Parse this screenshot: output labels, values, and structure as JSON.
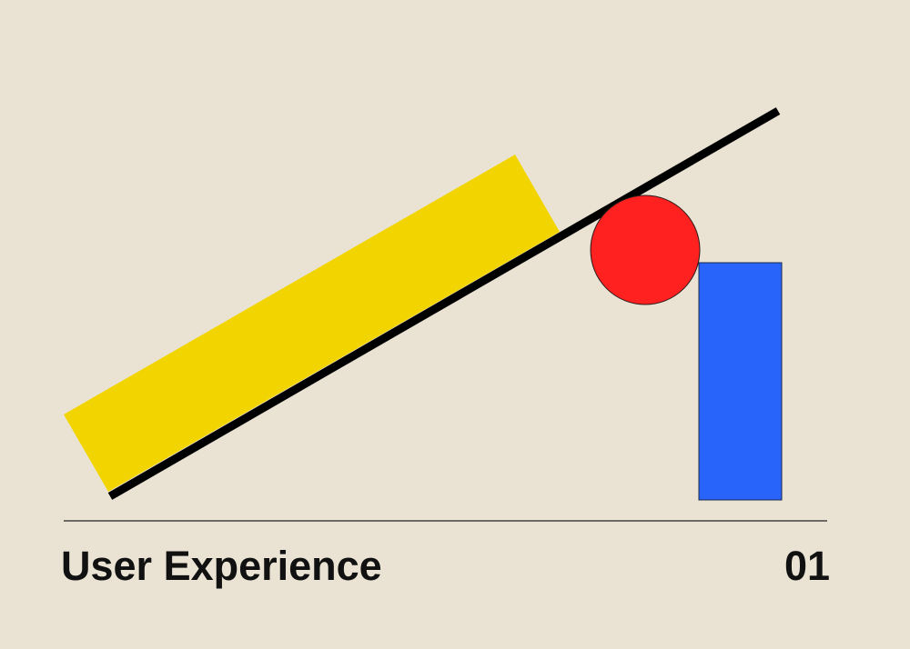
{
  "poster": {
    "title": "User Experience",
    "number": "01"
  },
  "colors": {
    "background": "#EAE3D4",
    "yellow": "#F2D500",
    "red": "#FF2020",
    "blue": "#2864FA",
    "ink": "#000000"
  },
  "shapes": [
    {
      "name": "yellow-rectangle",
      "kind": "rotated-rectangle"
    },
    {
      "name": "black-diagonal-line",
      "kind": "line"
    },
    {
      "name": "red-circle",
      "kind": "circle"
    },
    {
      "name": "blue-rectangle",
      "kind": "rectangle"
    },
    {
      "name": "divider-line",
      "kind": "line"
    }
  ]
}
